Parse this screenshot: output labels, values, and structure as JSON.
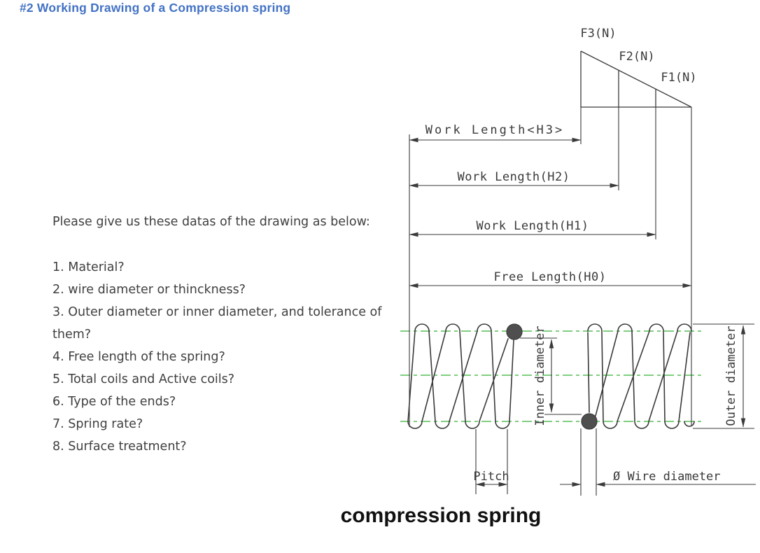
{
  "colors": {
    "title_blue": "#4372c4",
    "centerline_green": "#6ec86e",
    "drawing_line": "#3a3a3a",
    "text_dark": "#3f3f3f",
    "wire_section_fill": "#4f4f4f"
  },
  "page": {
    "title": "#2 Working Drawing of a Compression spring",
    "caption": "compression spring"
  },
  "notes": {
    "intro": "Please give us these datas of the drawing as below:",
    "lines": [
      "1. Material?",
      "2. wire diameter or thinckness?",
      "3. Outer diameter or inner diameter, and  tolerance of",
      "them?",
      "4. Free length of the spring?",
      "5. Total coils and Active coils?",
      "6. Type of the ends?",
      "7. Spring rate?",
      "8. Surface treatment?"
    ]
  },
  "diagram": {
    "forces": {
      "f3": "F3(N)",
      "f2": "F2(N)",
      "f1": "F1(N)"
    },
    "lengths": {
      "h3": "Work Length<H3>",
      "h2": "Work Length(H2)",
      "h1": "Work Length(H1)",
      "h0": "Free Length(H0)"
    },
    "measures": {
      "inner_diameter": "Inner diameter",
      "outer_diameter": "Outer diameter",
      "pitch": "Pitch",
      "wire_diameter": "Ø Wire diameter"
    }
  }
}
